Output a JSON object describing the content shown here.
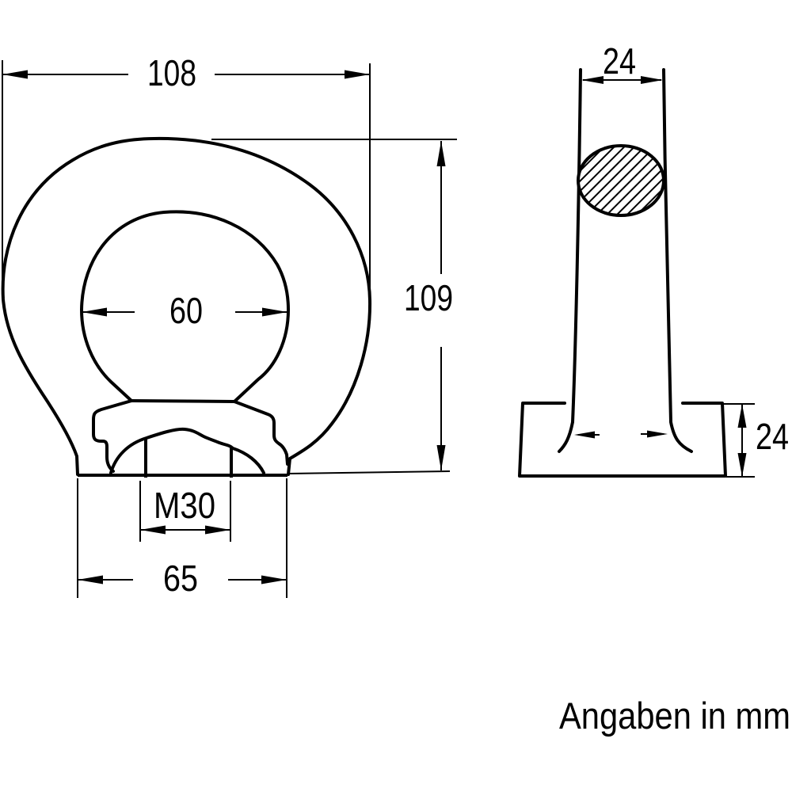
{
  "drawing": {
    "type": "technical-dimension-drawing",
    "subject": "eye nut (Ringmutter) front and side view",
    "note": "Angaben in mm",
    "front_view": {
      "dims": {
        "outer_width": "108",
        "eye_inner_diameter": "60",
        "overall_height": "109",
        "thread": "M30",
        "base_width": "65"
      }
    },
    "side_view": {
      "dims": {
        "ring_section_diameter": "24",
        "base_height": "24"
      }
    },
    "colors": {
      "line": "#000000",
      "background": "#ffffff"
    }
  }
}
